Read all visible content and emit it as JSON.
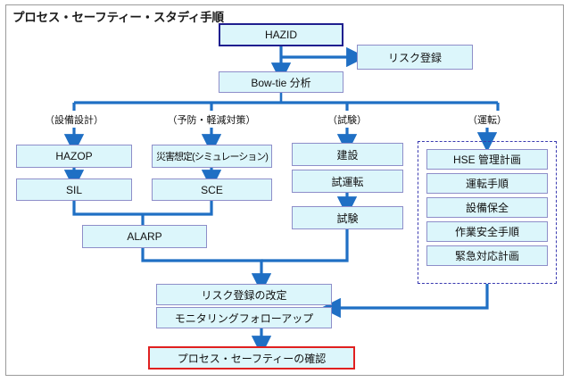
{
  "diagram": {
    "title": "プロセス・セーフティー・スタディ手順",
    "colors": {
      "box_fill": "#dcf6fb",
      "box_border": "#8e8ec9",
      "accent_line": "#1f6fc4",
      "highlight_navy": "#1f1f8f",
      "highlight_red": "#e02020",
      "dashed_group": "#3a3ab0",
      "frame": "#9b9b9b"
    }
  },
  "nodes": {
    "hazid": "HAZID",
    "risk_register": "リスク登録",
    "bowtie": "Bow-tie 分析",
    "hazop": "HAZOP",
    "sil": "SIL",
    "disaster_sim": "災害想定(シミュレーション)",
    "sce": "SCE",
    "alarp": "ALARP",
    "construction": "建設",
    "commissioning": "試運転",
    "testing": "試験",
    "risk_register_revision": "リスク登録の改定",
    "monitoring_followup": "モニタリングフォローアップ",
    "process_safety_confirmation": "プロセス・セーフティーの確認"
  },
  "branch_labels": [
    "（設備設計）",
    "（予防・軽減対策）",
    "（試験）",
    "（運転）"
  ],
  "operation_group": {
    "items": [
      "HSE 管理計画",
      "運転手順",
      "設備保全",
      "作業安全手順",
      "緊急対応計画"
    ]
  }
}
